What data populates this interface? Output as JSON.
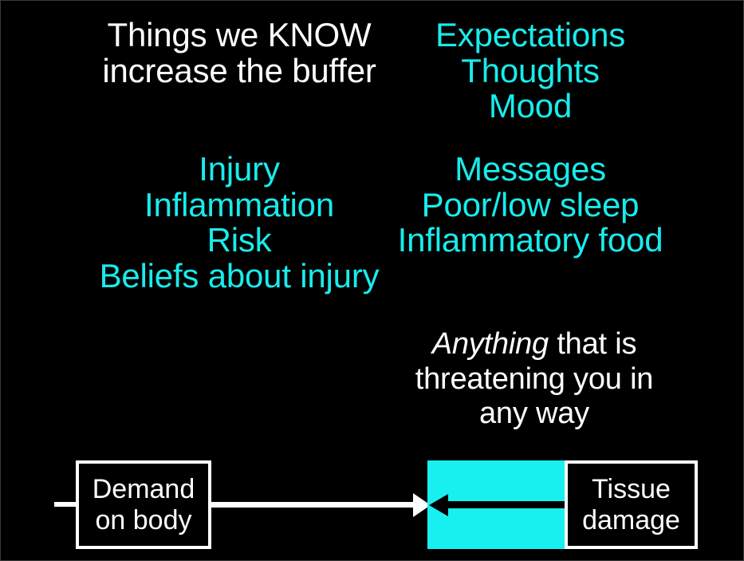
{
  "slide": {
    "background_color": "#000000",
    "accent_cyan": "#18ecec",
    "text_white": "#ffffff"
  },
  "headings": {
    "left_heading": "Things we KNOW\nincrease the buffer"
  },
  "lists": {
    "right_top": "Expectations\nThoughts\nMood",
    "left_items": "Injury\nInflammation\nRisk\nBeliefs about injury",
    "right_bottom": "Messages\nPoor/low sleep\nInflammatory food"
  },
  "callout": {
    "emphasis_word": "Anything",
    "rest": " that is\nthreatening you in\nany way"
  },
  "diagram": {
    "demand_box_label": "Demand\non body",
    "tissue_box_label": "Tissue\ndamage",
    "buffer_band_color": "#18f0f0",
    "arrow_forward_name": "demand-to-buffer-arrow",
    "arrow_reverse_name": "tissue-damage-to-buffer-arrow"
  }
}
